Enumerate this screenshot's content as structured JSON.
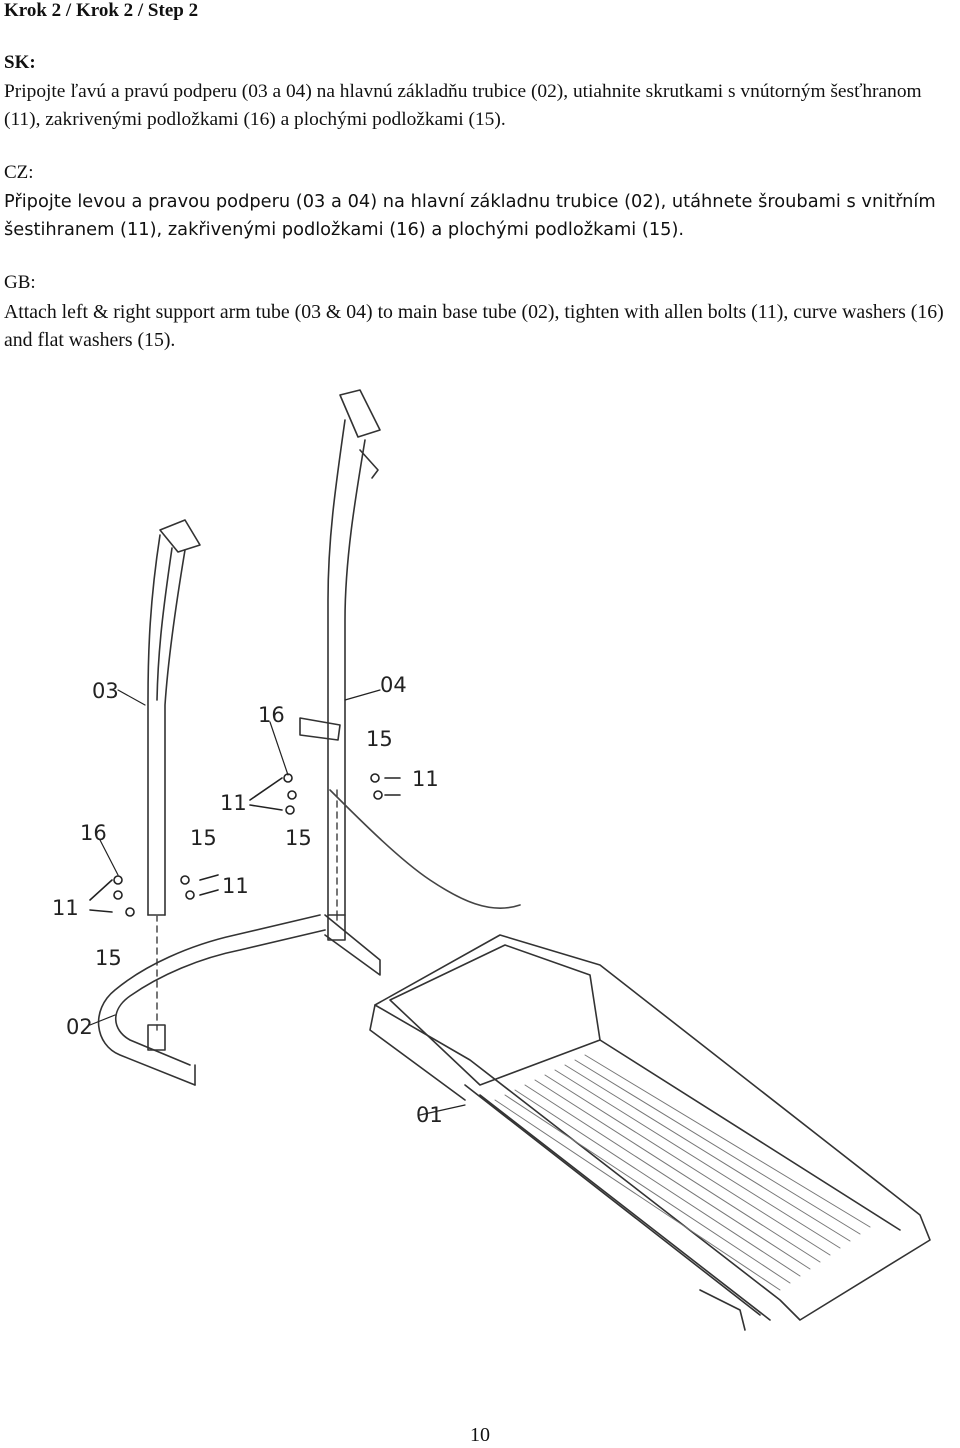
{
  "heading": "Krok 2 / Krok 2 / Step 2",
  "sections": [
    {
      "lang": "SK:",
      "text": "Pripojte ľavú a pravú podperu (03 a  04) na hlavnú základňu trubice (02), utiahnite skrutkami s vnútorným šesťhranom (11), zakrivenými podložkami (16) a plochými podložkami (15)."
    },
    {
      "lang": "CZ:",
      "text": "Připojte levou a pravou podperu (03 a 04) na hlavní základnu trubice (02), utáhnete šroubami s vnitřním šestihranem (11), zakřivenými podložkami (16) a plochými podložkami (15)."
    },
    {
      "lang": "GB:",
      "text": "Attach left & right support arm tube (03 & 04) to main base tube (02), tighten with allen bolts (11), curve washers (16) and flat washers (15)."
    }
  ],
  "diagram": {
    "labels": {
      "part_03": "03",
      "part_04": "04",
      "part_16_left": "16",
      "part_16_right": "16",
      "part_15_left_a": "15",
      "part_15_left_b": "15",
      "part_15_right_a": "15",
      "part_15_right_b": "15",
      "part_11_left_a": "11",
      "part_11_left_b": "11",
      "part_11_right_a": "11",
      "part_11_right_b": "11",
      "part_02": "02",
      "part_01": "01"
    }
  },
  "page_number": "10"
}
